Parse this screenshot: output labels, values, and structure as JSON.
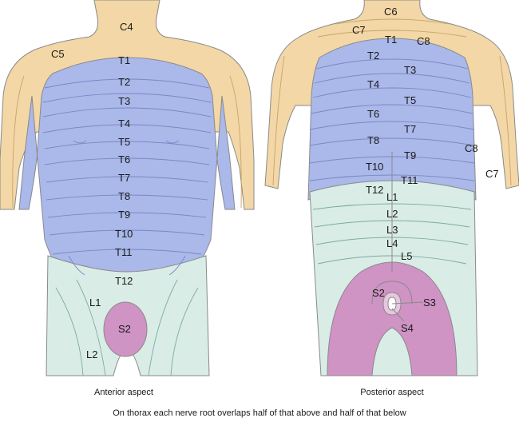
{
  "colors": {
    "cervical": "#f3d7a6",
    "thoracic": "#aab8ea",
    "lumbar": "#d9ece6",
    "sacral": "#cf93c4",
    "outline": "#8a8a8a"
  },
  "anterior": {
    "caption": "Anterior aspect",
    "labels": [
      "C4",
      "C5",
      "T1",
      "T2",
      "T3",
      "T4",
      "T5",
      "T6",
      "T7",
      "T8",
      "T9",
      "T10",
      "T11",
      "T12",
      "L1",
      "L2",
      "S2"
    ]
  },
  "posterior": {
    "caption": "Posterior aspect",
    "labels": [
      "C6",
      "C7",
      "T1",
      "C8",
      "T2",
      "T3",
      "T4",
      "T5",
      "T6",
      "T7",
      "T8",
      "T9",
      "T10",
      "T11",
      "T12",
      "L1",
      "L2",
      "L3",
      "L4",
      "L5",
      "S2",
      "S3",
      "S4",
      "C8",
      "C7"
    ]
  },
  "footer": "On thorax each nerve root overlaps half of that above and half of that below"
}
